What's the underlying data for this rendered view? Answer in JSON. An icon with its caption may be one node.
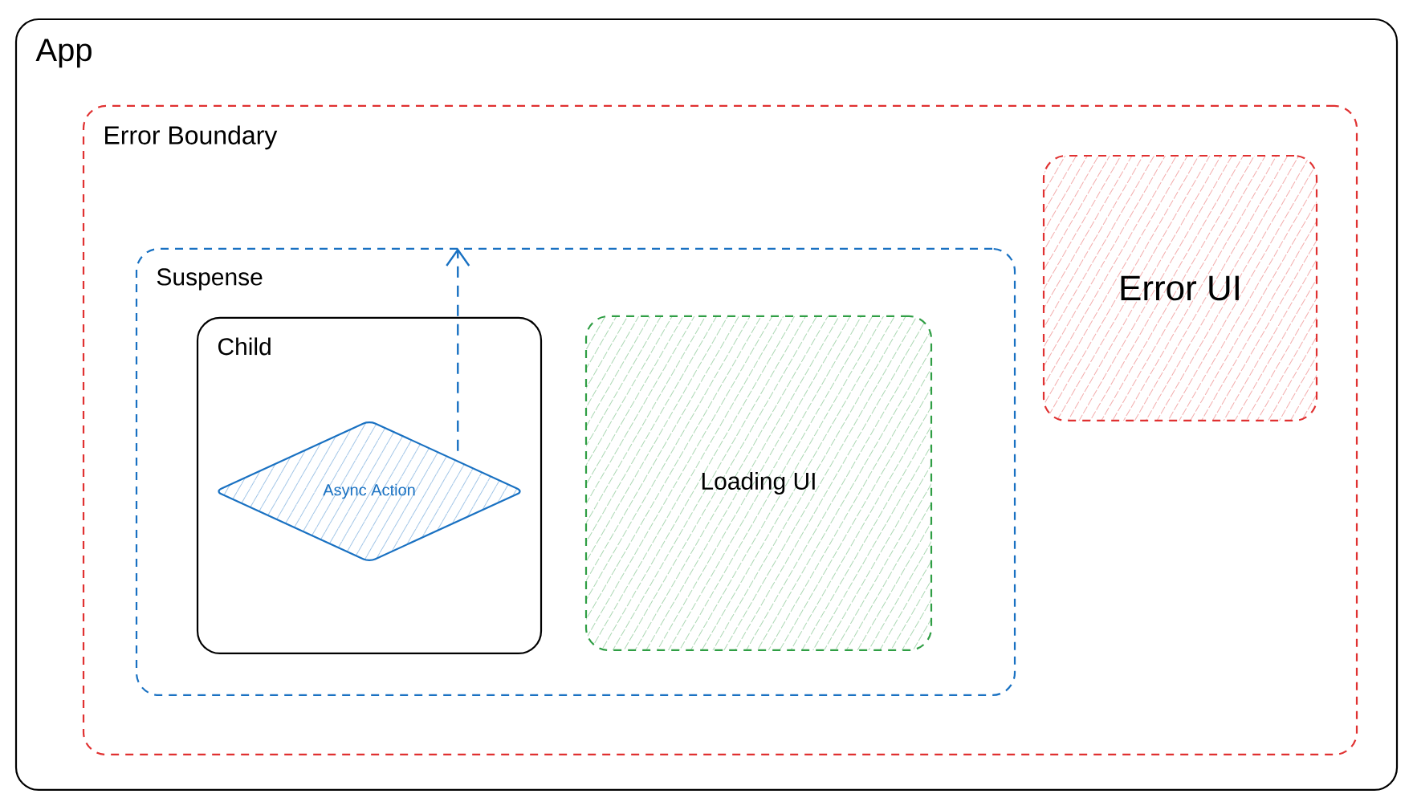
{
  "diagram": {
    "nodes": [
      {
        "text": [
          "App"
        ]
      },
      {
        "text": [
          "Error Boundary"
        ],
        "in": 0
      },
      {
        "text": [
          "Suspense"
        ],
        "in": 1
      },
      {
        "text": [
          "Child"
        ],
        "in": 2
      },
      {
        "text": [
          "Async Action"
        ],
        "in": 3
      },
      {
        "text": [
          "Loading UI"
        ],
        "in": 2
      },
      {
        "text": [
          "Error UI"
        ],
        "in": 1
      }
    ],
    "edges": [
      {
        "from": 4,
        "to": 2,
        "arrow": "to",
        "style": "dashed",
        "color": "#1971c2"
      }
    ]
  }
}
